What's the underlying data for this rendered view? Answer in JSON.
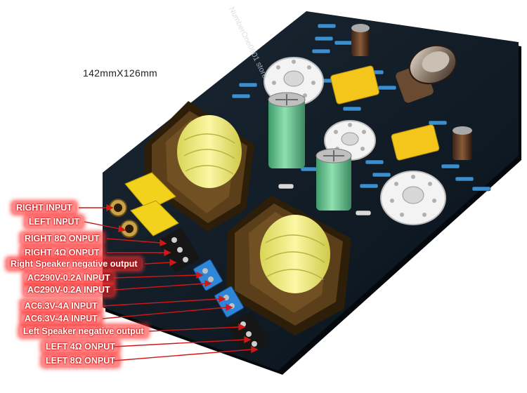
{
  "dimension_text": "142mmX126mm",
  "watermark_text": "NumberOne0601 store",
  "labels": [
    "RIGHT INPUT",
    "LEFT INPUT",
    "RIGHT 8Ω ONPUT",
    "RIGHT 4Ω ONPUT",
    "Right Speaker negative output",
    "AC290V-0.2A INPUT",
    "AC290V-0.2A INPUT",
    "AC6.3V-4A INPUT",
    "AC6.3V-4A INPUT",
    "Left Speaker negative output",
    "LEFT 4Ω ONPUT",
    "LEFT 8Ω ONPUT"
  ],
  "colors": {
    "pcb": "#0e1822",
    "label_glow": "#ff2a2a",
    "arrow": "#d01818",
    "transformer_core": "#f1ee7a",
    "transformer_frame": "#3c2a10",
    "capacitor": "#6fc596",
    "terminal": "#2e86d8",
    "rca": "#f2d21d"
  }
}
